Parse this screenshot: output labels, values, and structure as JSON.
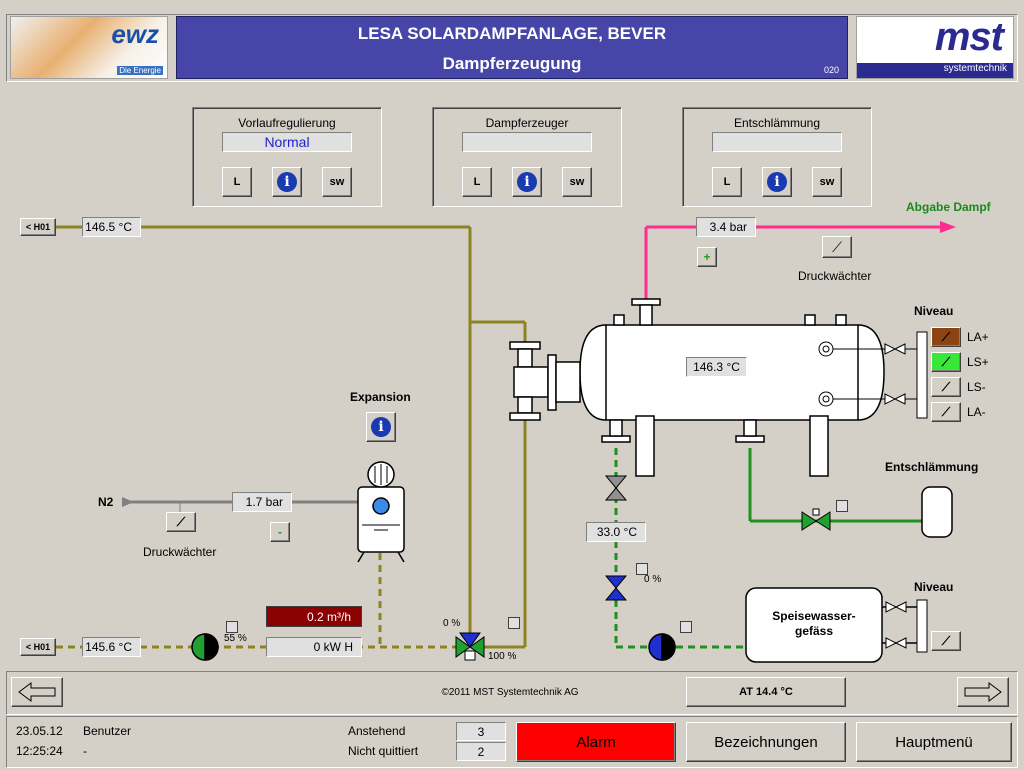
{
  "header": {
    "logo_left_text": "ewz",
    "logo_left_sub": "Die Energie",
    "title": "LESA SOLARDAMPFANLAGE, BEVER",
    "subtitle": "Dampferzeugung",
    "page_no": "020",
    "logo_right_text": "mst",
    "logo_right_sub": "systemtechnik"
  },
  "panels": [
    {
      "title": "Vorlaufregulierung",
      "value": "Normal",
      "btn_l": "L",
      "btn_sw": "sw"
    },
    {
      "title": "Dampferzeuger",
      "value": "",
      "btn_l": "L",
      "btn_sw": "sw"
    },
    {
      "title": "Entschlämmung",
      "value": "",
      "btn_l": "L",
      "btn_sw": "sw"
    }
  ],
  "process": {
    "h01_top": "< H01",
    "temp_top": "146.5 °C",
    "pressure_steam": "3.4 bar",
    "steam_out_label": "Abgabe Dampf",
    "druckwaechter_label": "Druckwächter",
    "niveau_label": "Niveau",
    "level_switches": [
      "LA+",
      "LS+",
      "LS-",
      "LA-"
    ],
    "drum_temp": "146.3 °C",
    "expansion_label": "Expansion",
    "n2_label": "N2",
    "n2_pressure": "1.7 bar",
    "druckwaechter_n2_label": "Druckwächter",
    "entschlaemmung_label": "Entschlämmung",
    "temp_feed": "33.0 °C",
    "valve_feed_pct": "0 %",
    "flow": "0.2 m³/h",
    "power": "0  kW H",
    "pump_pct": "55 %",
    "valve3_top_pct": "0 %",
    "valve3_bottom_pct": "100 %",
    "h01_bottom": "< H01",
    "temp_bottom": "145.6 °C",
    "tank_label_1": "Speisewasser-",
    "tank_label_2": "gefäss",
    "niveau2_label": "Niveau"
  },
  "navbar": {
    "copyright": "©2011 MST Systemtechnik AG",
    "at": "AT  14.4 °C"
  },
  "footer": {
    "date": "23.05.12",
    "time": "12:25:24",
    "user_label": "Benutzer",
    "user_value": "-",
    "anstehend_label": "Anstehend",
    "anstehend_value": "3",
    "nicht_quittiert_label": "Nicht quittiert",
    "nicht_quittiert_value": "2",
    "alarm": "Alarm",
    "bezeichnungen": "Bezeichnungen",
    "hauptmenu": "Hauptmenü"
  },
  "colors": {
    "header_blue": "#4646a8",
    "water_line": "#8b8420",
    "steam_line": "#ff2d8e",
    "feed_line": "#209020",
    "alarm_red": "#ff0000",
    "flow_bg": "#8b0000",
    "ls_plus": "#38e838",
    "la_plus": "#8b4513"
  }
}
